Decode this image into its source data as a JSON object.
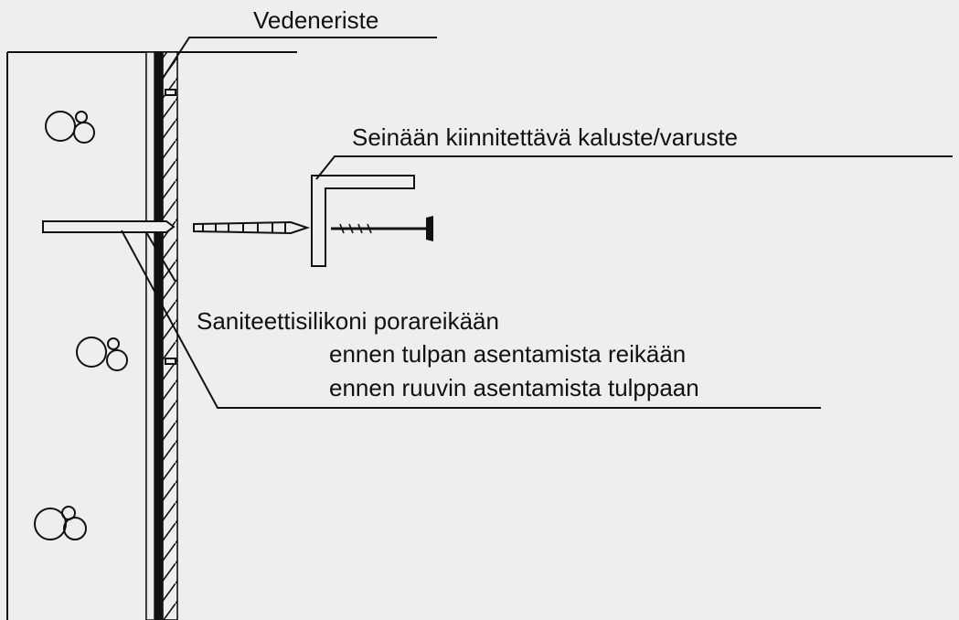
{
  "labels": {
    "waterproofing": "Vedeneriste",
    "fixture": "Seinään kiinnitettävä kaluste/varuste",
    "silicone_title": "Saniteettisilikoni porareikään",
    "silicone_step_1": "ennen tulpan asentamista reikään",
    "silicone_step_2": "ennen ruuvin asentamista tulppaan"
  },
  "colors": {
    "background": "#eeeeee",
    "line": "#111111"
  }
}
